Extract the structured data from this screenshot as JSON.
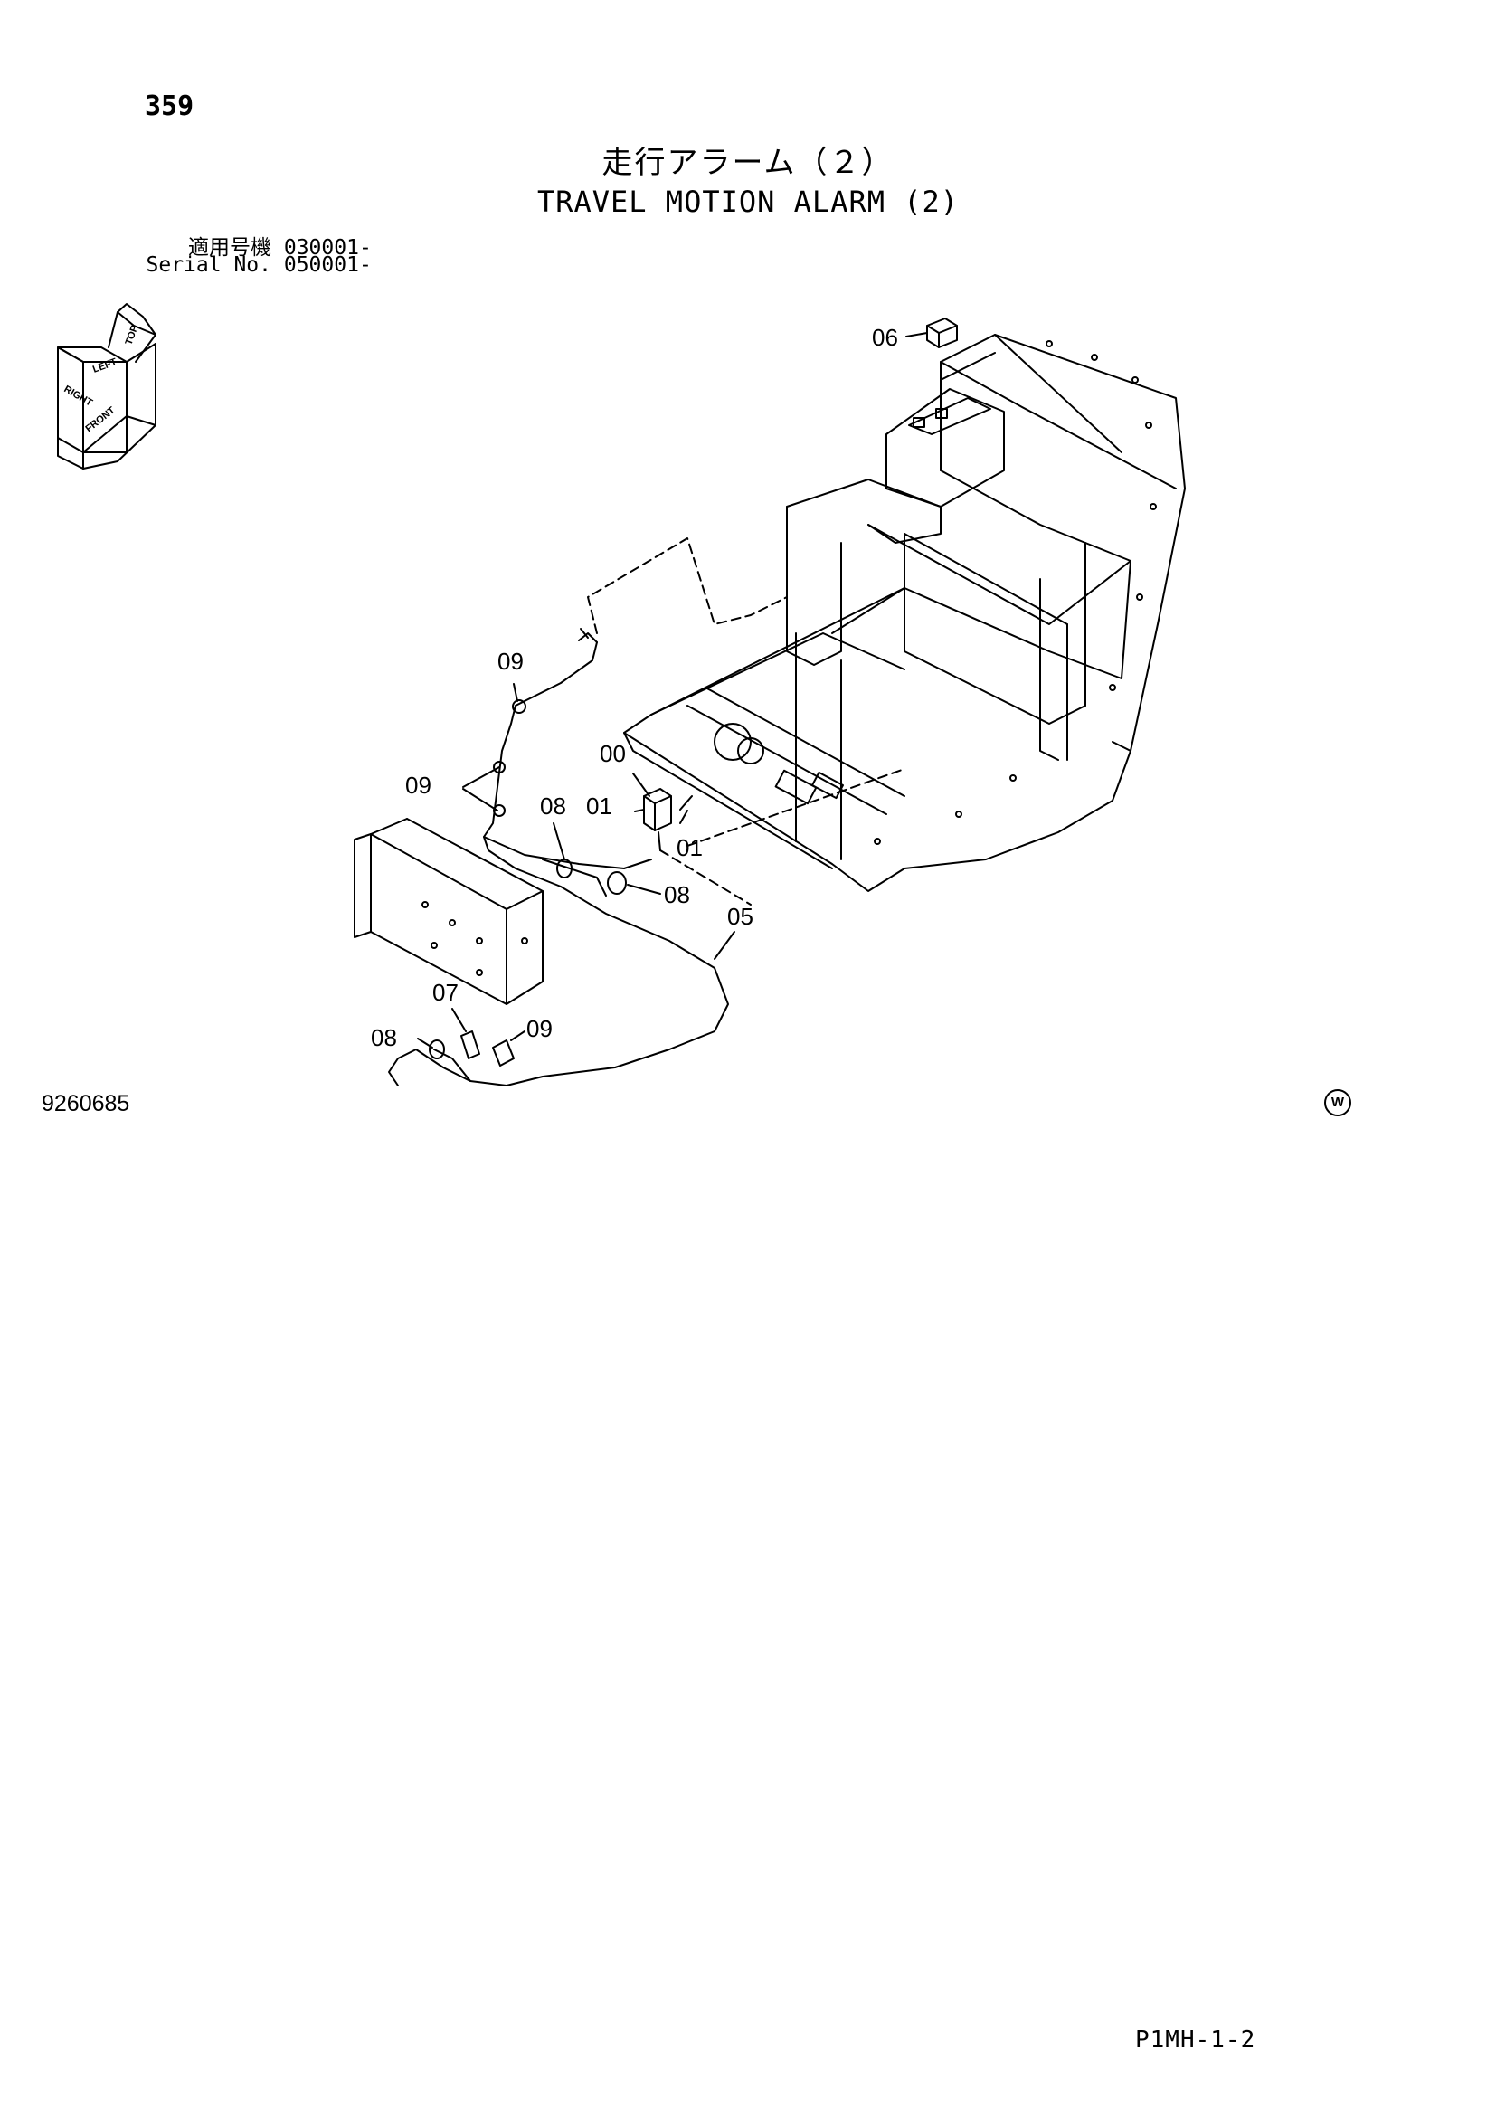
{
  "page": {
    "number": "359",
    "title_jp": "走行アラーム（２）",
    "title_en": "TRAVEL MOTION ALARM (2)"
  },
  "serial": {
    "label_jp": "適用号機",
    "value_jp": "030001-",
    "label_en": "Serial No.",
    "value_en": "050001-"
  },
  "orientation_icon": {
    "labels": [
      "LEFT",
      "TOP",
      "RIGHT",
      "FRONT"
    ]
  },
  "callouts": {
    "c06": "06",
    "c09a": "09",
    "c00": "00",
    "c09b": "09",
    "c08a": "08",
    "c01a": "01",
    "c01b": "01",
    "c08b": "08",
    "c05": "05",
    "c07": "07",
    "c08c": "08",
    "c09c": "09"
  },
  "footer": {
    "drawing_number": "9260685",
    "mark": "W",
    "page_code": "P1MH-1-2"
  }
}
